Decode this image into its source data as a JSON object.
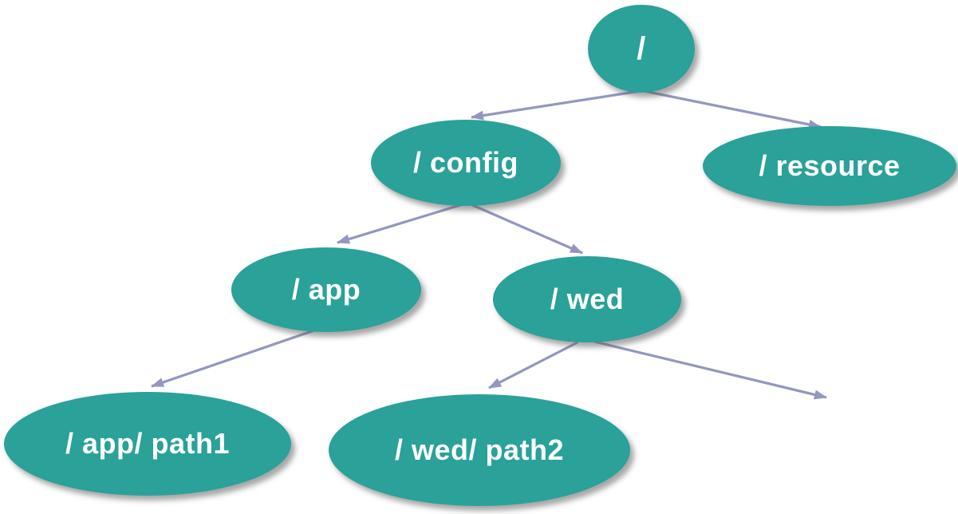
{
  "diagram": {
    "type": "tree",
    "colors": {
      "node_fill": "#2AA199",
      "arrow": "#9296C0",
      "text": "#FFFFFF",
      "background": "#FFFFFF"
    },
    "nodes": [
      {
        "id": "root",
        "label": "/"
      },
      {
        "id": "config",
        "label": "/ config"
      },
      {
        "id": "resource",
        "label": "/ resource"
      },
      {
        "id": "app",
        "label": "/ app"
      },
      {
        "id": "wed",
        "label": "/ wed"
      },
      {
        "id": "app-path1",
        "label": "/ app/ path1"
      },
      {
        "id": "wed-path2",
        "label": "/ wed/ path2"
      }
    ],
    "edges": [
      {
        "from": "/",
        "to": "/ config"
      },
      {
        "from": "/",
        "to": "/ resource"
      },
      {
        "from": "/ config",
        "to": "/ app"
      },
      {
        "from": "/ config",
        "to": "/ wed"
      },
      {
        "from": "/ app",
        "to": "/ app/ path1"
      },
      {
        "from": "/ wed",
        "to": "/ wed/ path2"
      },
      {
        "from": "/ wed",
        "to": null
      }
    ]
  }
}
